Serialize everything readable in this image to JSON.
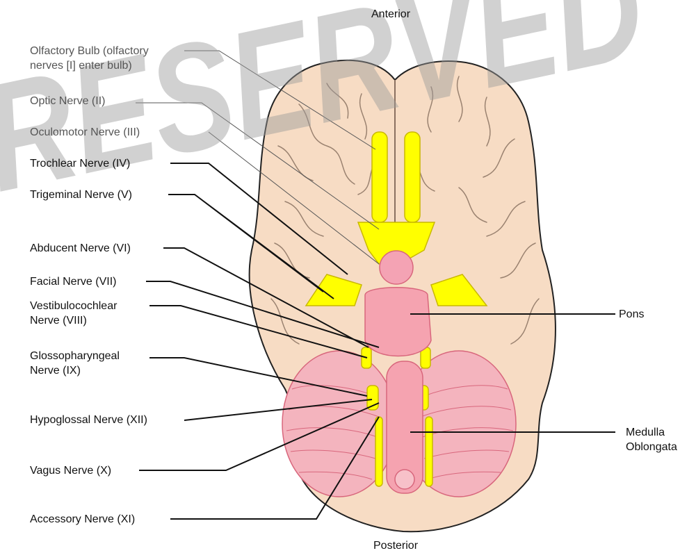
{
  "orientation": {
    "top": "Anterior",
    "bottom": "Posterior"
  },
  "labels": {
    "olfactory": "Olfactory Bulb (olfactory nerves [I] enter bulb)",
    "optic": "Optic Nerve (II)",
    "oculomotor": "Oculomotor Nerve (III)",
    "trochlear": "Trochlear Nerve (IV)",
    "trigeminal": "Trigeminal Nerve (V)",
    "abducent": "Abducent Nerve (VI)",
    "facial": "Facial Nerve (VII)",
    "vestibulocochlear": "Vestibulocochlear Nerve (VIII)",
    "glossopharyngeal": "Glossopharyngeal Nerve (IX)",
    "hypoglossal": "Hypoglossal Nerve (XII)",
    "vagus": "Vagus Nerve (X)",
    "accessory": "Accessory Nerve (XI)",
    "pons": "Pons",
    "medulla": "Medulla Oblongata"
  },
  "colors": {
    "brain": "#f7dcc4",
    "sulcus": "#9a8270",
    "nerve": "#ffff00",
    "nerve_outline": "#c9b800",
    "brainstem": "#f5a3b0",
    "brainstem_line": "#d8667c",
    "watermark": "#9a9a9a"
  },
  "watermark": "RESERVED"
}
